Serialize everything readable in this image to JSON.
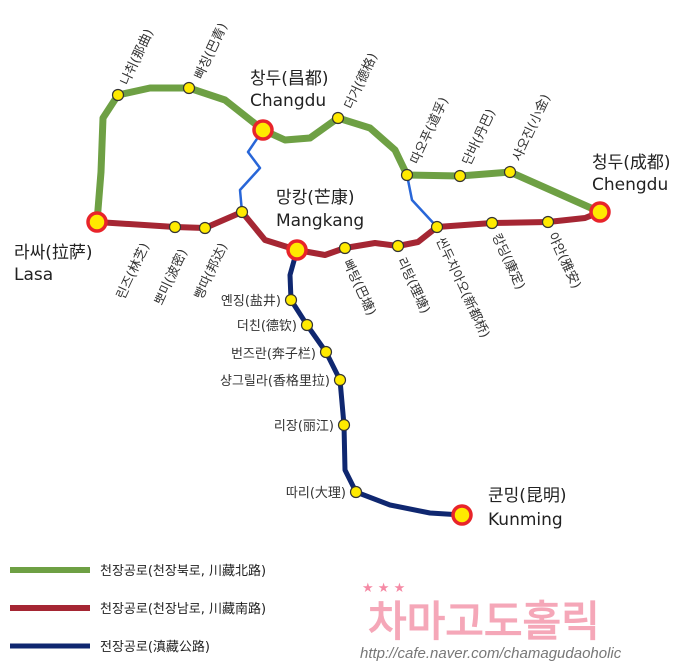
{
  "colors": {
    "north": "#6ea044",
    "south": "#a52633",
    "yunnan": "#0f2770",
    "link": "#2866d8",
    "station_fill": "#ffea00",
    "major_ring": "#e8242a",
    "watermark": "#f5a7b8"
  },
  "cities": {
    "changdu": {
      "ko": "창두(昌都)",
      "en": "Changdu"
    },
    "chengdu": {
      "ko": "청두(成都)",
      "en": "Chengdu"
    },
    "lasa": {
      "ko": "라싸(拉萨)",
      "en": "Lasa"
    },
    "mangkang": {
      "ko": "망캉(芒康)",
      "en": "Mangkang"
    },
    "kunming": {
      "ko": "쿤밍(昆明)",
      "en": "Kunming"
    }
  },
  "north_stations": {
    "naqu": "나취(那曲)",
    "baqing": "빠칭(巴青)",
    "dege": "더거(德格)",
    "daofu": "따오푸(道孚)",
    "danba": "단바(丹巴)",
    "xiaojin": "샤오진(小金)"
  },
  "south_stations": {
    "linzhi": "린즈(林芝)",
    "bomi": "뽀미(波密)",
    "bangda": "빵따(邦达)",
    "batang": "빠탕(巴塘)",
    "litang": "리탕(理塘)",
    "xinduqiao": "씬두치아오(新都桥)",
    "kangding": "캉딩(康定)",
    "yaan": "야안(雅安)"
  },
  "yunnan_stations": {
    "yanjing": "옌징(盐井)",
    "deqin": "더친(德钦)",
    "benzilan": "번즈란(奔子栏)",
    "shangrila": "샹그릴라(香格里拉)",
    "lijiang": "리장(丽江)",
    "dali": "따리(大理)"
  },
  "legend": [
    {
      "label": "천장공로(천장북로, 川藏北路)",
      "color": "#6ea044"
    },
    {
      "label": "천장공로(천장남로, 川藏南路)",
      "color": "#a52633"
    },
    {
      "label": "전장공로(滇藏公路)",
      "color": "#0f2770"
    }
  ],
  "watermark": {
    "stars": "★ ★ ★",
    "text": "차마고도홀릭",
    "url": "http://cafe.naver.com/chamagudaoholic"
  }
}
